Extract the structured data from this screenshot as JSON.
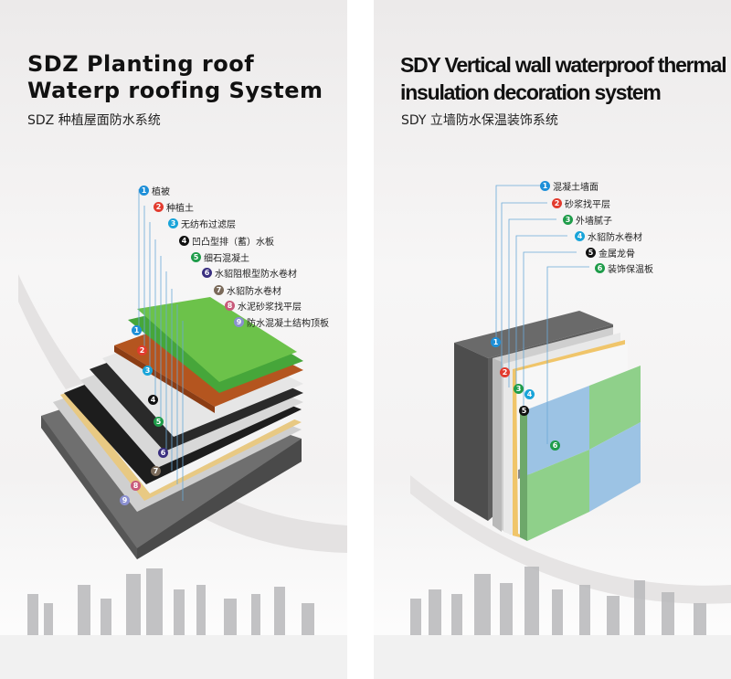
{
  "left_panel": {
    "title": "SDZ Planting roof Waterp roofing System",
    "subtitle": "SDZ 种植屋面防水系统",
    "layers": [
      {
        "num": "1",
        "label": "植被",
        "color": "#1e8fd8"
      },
      {
        "num": "2",
        "label": "种植土",
        "color": "#e23b2e"
      },
      {
        "num": "3",
        "label": "无纺布过滤层",
        "color": "#19a4d9"
      },
      {
        "num": "4",
        "label": "凹凸型排（蓄）水板",
        "color": "#111111"
      },
      {
        "num": "5",
        "label": "细石混凝土",
        "color": "#1f9c4a"
      },
      {
        "num": "6",
        "label": "水貂阻根型防水卷材",
        "color": "#3a2f80"
      },
      {
        "num": "7",
        "label": "水貂防水卷材",
        "color": "#7a6a5a"
      },
      {
        "num": "8",
        "label": "水泥砂浆找平层",
        "color": "#c85a7a"
      },
      {
        "num": "9",
        "label": "防水混凝土结构顶板",
        "color": "#8a8fd0"
      }
    ]
  },
  "right_panel": {
    "title": "SDY Vertical wall waterproof thermal insulation decoration system",
    "subtitle": "SDY 立墙防水保温装饰系统",
    "layers": [
      {
        "num": "1",
        "label": "混凝土墙面",
        "color": "#1e8fd8"
      },
      {
        "num": "2",
        "label": "砂浆找平层",
        "color": "#e23b2e"
      },
      {
        "num": "3",
        "label": "外墙腻子",
        "color": "#1f9c4a"
      },
      {
        "num": "4",
        "label": "水貂防水卷材",
        "color": "#19a4d9"
      },
      {
        "num": "5",
        "label": "金属龙骨",
        "color": "#111111"
      },
      {
        "num": "6",
        "label": "装饰保温板",
        "color": "#1f9c4a"
      }
    ]
  }
}
